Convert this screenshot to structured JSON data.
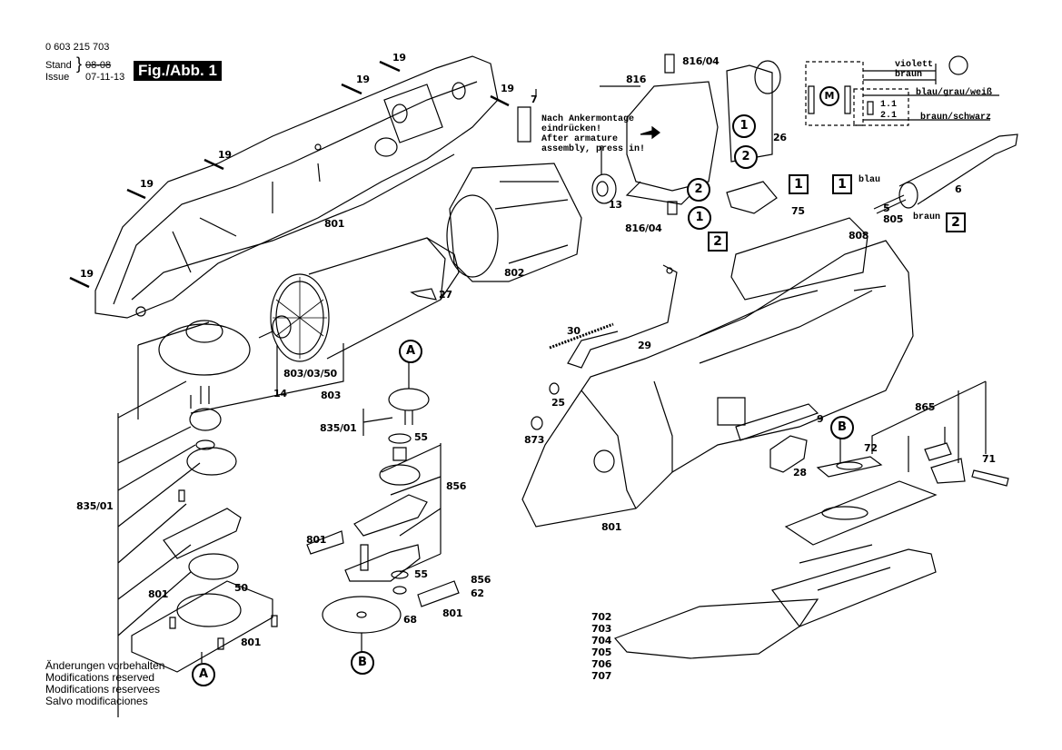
{
  "header": {
    "part_number": "0 603 215 703",
    "stand_label": "Stand",
    "issue_label": "Issue",
    "stand_date_struck": "08-08",
    "issue_date": "07-11-13",
    "figure_label": "Fig./Abb. 1"
  },
  "notes": [
    "Änderungen vorbehalten",
    "Modifications reserved",
    "Modifications reservees",
    "Salvo modificaciones"
  ],
  "instruction": [
    "Nach Ankermontage",
    "eindrücken!",
    "After armature",
    "assembly, press in!"
  ],
  "wiring": {
    "motor_symbol": "M",
    "wire_violett": "violett",
    "wire_braun": "braun",
    "wire_blau_grau_weiss": "blau/grau/weiß",
    "wire_braun_schwarz": "braun/schwarz",
    "contact_1": "1.1",
    "contact_2": "2.1",
    "cable_blau": "blau",
    "cable_braun": "braun"
  },
  "markers": {
    "A": "A",
    "B": "B",
    "one": "1",
    "two": "2"
  },
  "parts": {
    "p19": "19",
    "p7": "7",
    "p801": "801",
    "p802": "802",
    "p803": "803",
    "p803_03_50": "803/03/50",
    "p14": "14",
    "p27": "27",
    "p13": "13",
    "p816": "816",
    "p816_04": "816/04",
    "p26": "26",
    "p75": "75",
    "p6": "6",
    "p5": "5",
    "p805": "805",
    "p808": "808",
    "p30": "30",
    "p29": "29",
    "p25": "25",
    "p873": "873",
    "p835_01": "835/01",
    "p55": "55",
    "p856": "856",
    "p62": "62",
    "p68": "68",
    "p50": "50",
    "p9": "9",
    "p28": "28",
    "p72": "72",
    "p865": "865",
    "p71": "71",
    "blades": [
      "702",
      "703",
      "704",
      "705",
      "706",
      "707"
    ]
  }
}
